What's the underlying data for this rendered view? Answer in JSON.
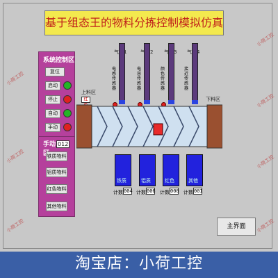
{
  "title": "基于组态王的物料分拣控制模拟仿真",
  "system_panel": {
    "title": "系统控制区",
    "buttons": [
      {
        "label": "复位"
      },
      {
        "label": "启动",
        "indicator": "#25b525"
      },
      {
        "label": "停止",
        "indicator": "#e02020"
      },
      {
        "label": "自动",
        "indicator": "#25b525"
      },
      {
        "label": "手动",
        "indicator": "#e02020"
      }
    ]
  },
  "manual_panel": {
    "title_prefix": "手动",
    "code": "012",
    "title_suffix": "区",
    "buttons": [
      {
        "label": "铁质物料"
      },
      {
        "label": "铝质物料"
      },
      {
        "label": "红色物料"
      },
      {
        "label": "其他物料"
      }
    ]
  },
  "conveyor": {
    "load_label": "上料区",
    "unload_label": "下料区",
    "current_item": "红色",
    "item_color": "#e82a2a"
  },
  "cylinders": [
    {
      "name": "气缸1",
      "sensor": "电感传感器"
    },
    {
      "name": "气缸2",
      "sensor": "电容传感器"
    },
    {
      "name": "气缸3",
      "sensor": "颜色传感器"
    },
    {
      "name": "气缸4",
      "sensor": "接近传感器"
    }
  ],
  "bins": [
    {
      "label": "铁质",
      "count_label": "计数",
      "count": "004"
    },
    {
      "label": "铝质",
      "count_label": "计数",
      "count": "006"
    },
    {
      "label": "红色",
      "count_label": "计数",
      "count": "000"
    },
    {
      "label": "其他",
      "count_label": "计数",
      "count": "001"
    }
  ],
  "main_button": "主界面",
  "footer_text": "淘宝店：小荷工控",
  "watermark": "小荷工控"
}
